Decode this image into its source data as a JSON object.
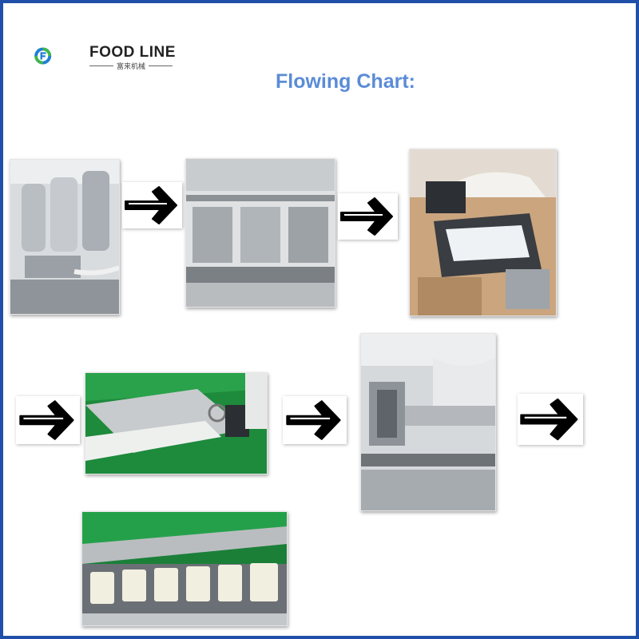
{
  "header": {
    "brand_name": "FOOD LINE",
    "brand_chinese": "富来机械",
    "title": "Flowing Chart:"
  },
  "colors": {
    "border": "#1f4fa8",
    "title": "#5b8cd6",
    "logo_blue": "#1e7fd8",
    "logo_green": "#3fb74a",
    "conveyor_green": "#1e8a3c"
  },
  "flow": {
    "steps": [
      {
        "name": "mixing-tanks-photo"
      },
      {
        "name": "cutting-machines-photo"
      },
      {
        "name": "feeding-hopper-photo"
      },
      {
        "name": "green-conveyor-photo"
      },
      {
        "name": "roller-machine-photo"
      },
      {
        "name": "fries-conveyor-photo"
      }
    ],
    "arrow_icon": "right-arrow-icon"
  }
}
